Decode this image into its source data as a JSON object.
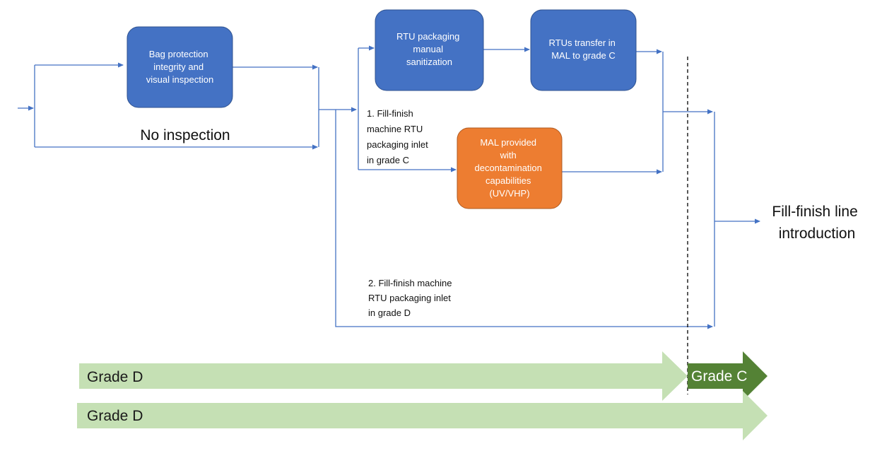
{
  "nodes": {
    "bag_inspection": {
      "lines": [
        "Bag protection",
        "integrity and",
        "visual inspection"
      ],
      "color": "#4472c4"
    },
    "rtu_sanitization": {
      "lines": [
        "RTU packaging",
        "manual",
        "sanitization"
      ],
      "color": "#4472c4"
    },
    "rtu_transfer": {
      "lines": [
        "RTUs transfer in",
        "MAL to grade C"
      ],
      "color": "#4472c4"
    },
    "mal_decon": {
      "lines": [
        "MAL provided",
        "with",
        "decontamination",
        "capabilities",
        "(UV/VHP)"
      ],
      "color": "#ed7d31"
    }
  },
  "labels": {
    "no_inspection": "No inspection",
    "option1": [
      "1. Fill-finish",
      "machine RTU",
      "packaging inlet",
      "in grade C"
    ],
    "option2": [
      "2. Fill-finish machine",
      "RTU packaging inlet",
      "in grade D"
    ],
    "line_intro": [
      "Fill-finish line",
      "introduction"
    ]
  },
  "grades": {
    "top_grade_d": "Grade D",
    "grade_c": "Grade C",
    "bottom_grade_d": "Grade D",
    "light_green": "#c5e0b4",
    "dark_green": "#548235"
  },
  "colors": {
    "flow_line": "#4472c4"
  }
}
